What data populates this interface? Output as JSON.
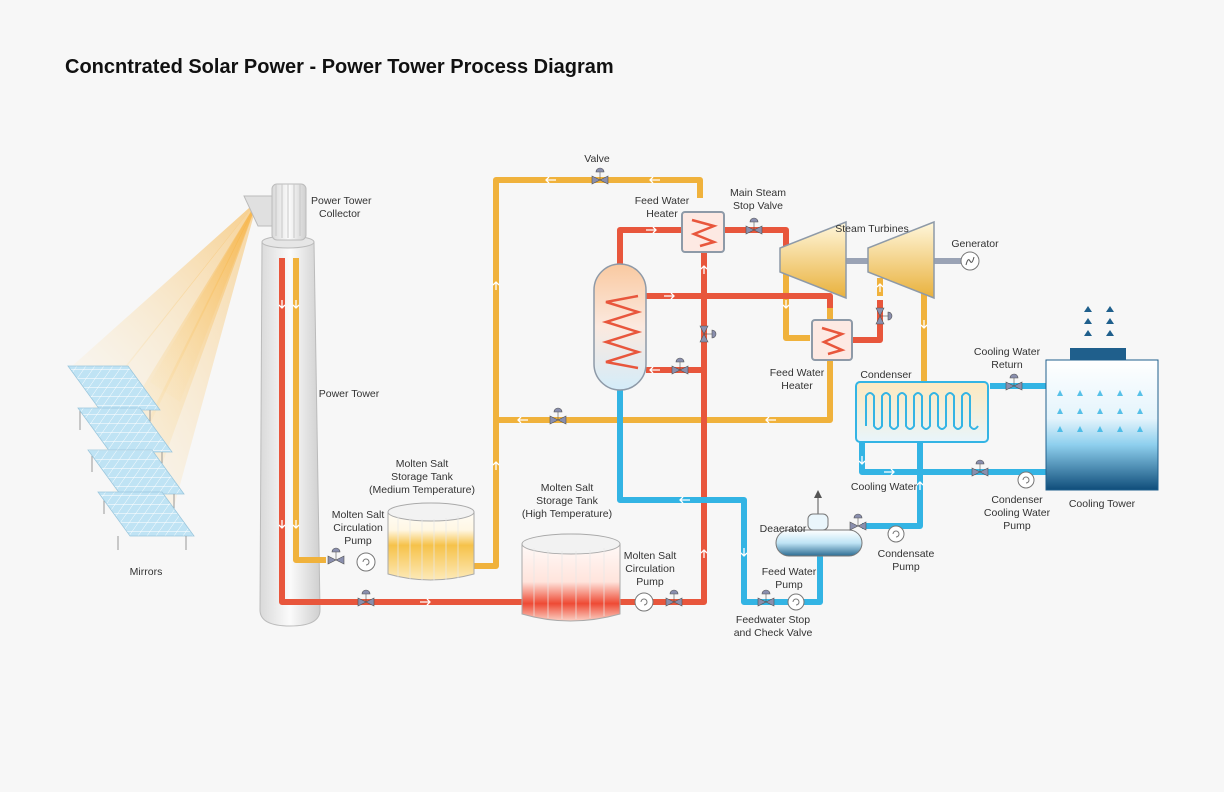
{
  "title": "Concntrated Solar Power - Power Tower Process Diagram",
  "labels": {
    "valve": "Valve",
    "power_tower_collector": [
      "Power Tower",
      "Collector"
    ],
    "feed_water_heater_top": [
      "Feed Water",
      "Heater"
    ],
    "main_steam_stop_valve": [
      "Main Steam",
      "Stop Valve"
    ],
    "steam_turbines": "Steam Turbines",
    "generator": "Generator",
    "power_tower": "Power Tower",
    "feed_water_heater_bottom": [
      "Feed Water",
      "Heater"
    ],
    "condenser": "Condenser",
    "cooling_water_return": [
      "Cooling Water",
      "Return"
    ],
    "molten_salt_tank_medium": [
      "Molten Salt",
      "Storage Tank",
      "(Medium Temperature)"
    ],
    "molten_salt_tank_high": [
      "Molten Salt",
      "Storage Tank",
      "(High Temperature)"
    ],
    "pump_left": [
      "Molten Salt",
      "Circulation",
      "Pump"
    ],
    "pump_right": [
      "Molten Salt",
      "Circulation",
      "Pump"
    ],
    "cooling_water": "Cooling Water",
    "condenser_cooling_water_pump": [
      "Condenser",
      "Cooling Water",
      "Pump"
    ],
    "cooling_tower": "Cooling Tower",
    "deaerator": "Deaerator",
    "condensate_pump": [
      "Condensate",
      "Pump"
    ],
    "feed_water_pump": [
      "Feed Water",
      "Pump"
    ],
    "feedwater_stop_check_valve": [
      "Feedwater Stop",
      "and Check Valve"
    ],
    "mirrors": "Mirrors"
  },
  "colors": {
    "medium_temp_salt": "#f0b23c",
    "high_temp_salt": "#e8563c",
    "water": "#33b4e4",
    "valve": "#8a8fae"
  }
}
